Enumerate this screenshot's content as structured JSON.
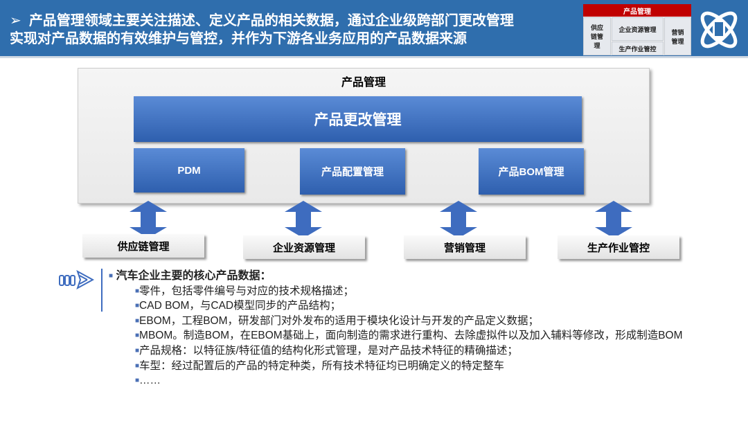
{
  "header": {
    "bullet": "➢",
    "line1": "产品管理领域主要关注描述、定义产品的相关数据，通过企业级跨部门更改管理",
    "line2": "实现对产品数据的有效维护与管控，并作为下游各业务应用的产品数据来源"
  },
  "mini": {
    "title": "产品管理",
    "supply": "供应链管理",
    "erp": "企业资源管理",
    "mes": "生产作业管控",
    "marketing": "营销管理"
  },
  "diagram": {
    "title": "产品管理",
    "change": "产品更改管理",
    "pdm": "PDM",
    "config": "产品配置管理",
    "bom": "产品BOM管理",
    "downstream": [
      "供应链管理",
      "企业资源管理",
      "营销管理",
      "生产作业管控"
    ]
  },
  "list": {
    "heading": "汽车企业主要的核心产品数据：",
    "items": [
      "零件，包括零件编号与对应的技术规格描述；",
      "CAD BOM，与CAD模型同步的产品结构；",
      "EBOM，工程BOM，研发部门对外发布的适用于模块化设计与开发的产品定义数据；",
      "MBOM。制造BOM，在EBOM基础上，面向制造的需求进行重构、去除虚拟件以及加入辅料等修改，形成制造BOM",
      "产品规格：以特征族/特征值的结构化形式管理，是对产品技术特征的精确描述；",
      "车型：经过配置后的产品的特定种类，所有技术特征均已明确定义的特定整车",
      "……"
    ]
  }
}
